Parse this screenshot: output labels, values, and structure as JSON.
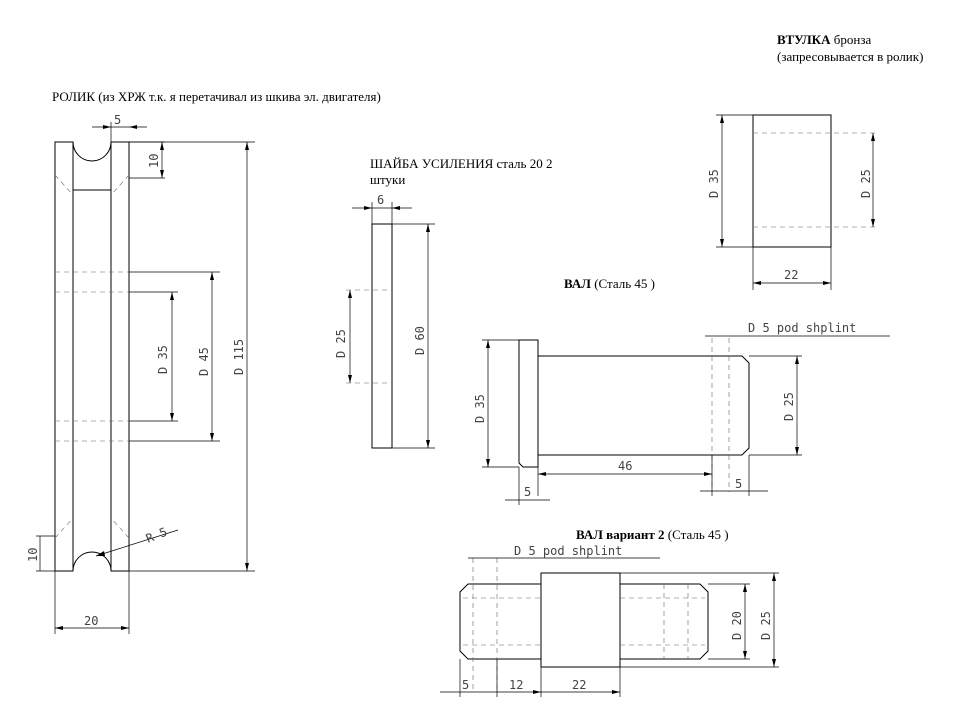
{
  "labels": {
    "roller": "РОЛИК (из ХРЖ т.к. я перетачивал из шкива эл. двигателя)",
    "washer_line1": "ШАЙБА УСИЛЕНИЯ сталь 20 2",
    "washer_line2": "штуки",
    "bushing_bold": "ВТУЛКА",
    "bushing_rest": " бронза",
    "bushing_line2": "(запресовывается в ролик)",
    "shaft_bold": "ВАЛ",
    "shaft_rest": " (Сталь 45 )",
    "shaft2_bold": "ВАЛ вариант 2",
    "shaft2_rest": " (Сталь 45 )"
  },
  "dims": {
    "roller": {
      "top": "5",
      "groove": "10",
      "d35": "D 35",
      "d45": "D 45",
      "d115": "D 115",
      "r5": "R 5",
      "bottom_groove": "10",
      "width": "20"
    },
    "washer": {
      "thickness": "6",
      "d25": "D 25",
      "d60": "D 60"
    },
    "bushing": {
      "d35": "D 35",
      "d25": "D 25",
      "length": "22"
    },
    "shaft": {
      "pin": "D 5 pod shplint",
      "d35": "D 35",
      "d25": "D 25",
      "len46": "46",
      "head5": "5",
      "end5": "5"
    },
    "shaft2": {
      "pin": "D 5 pod shplint",
      "d20": "D 20",
      "d25": "D 25",
      "a5": "5",
      "a12": "12",
      "a22": "22"
    }
  }
}
